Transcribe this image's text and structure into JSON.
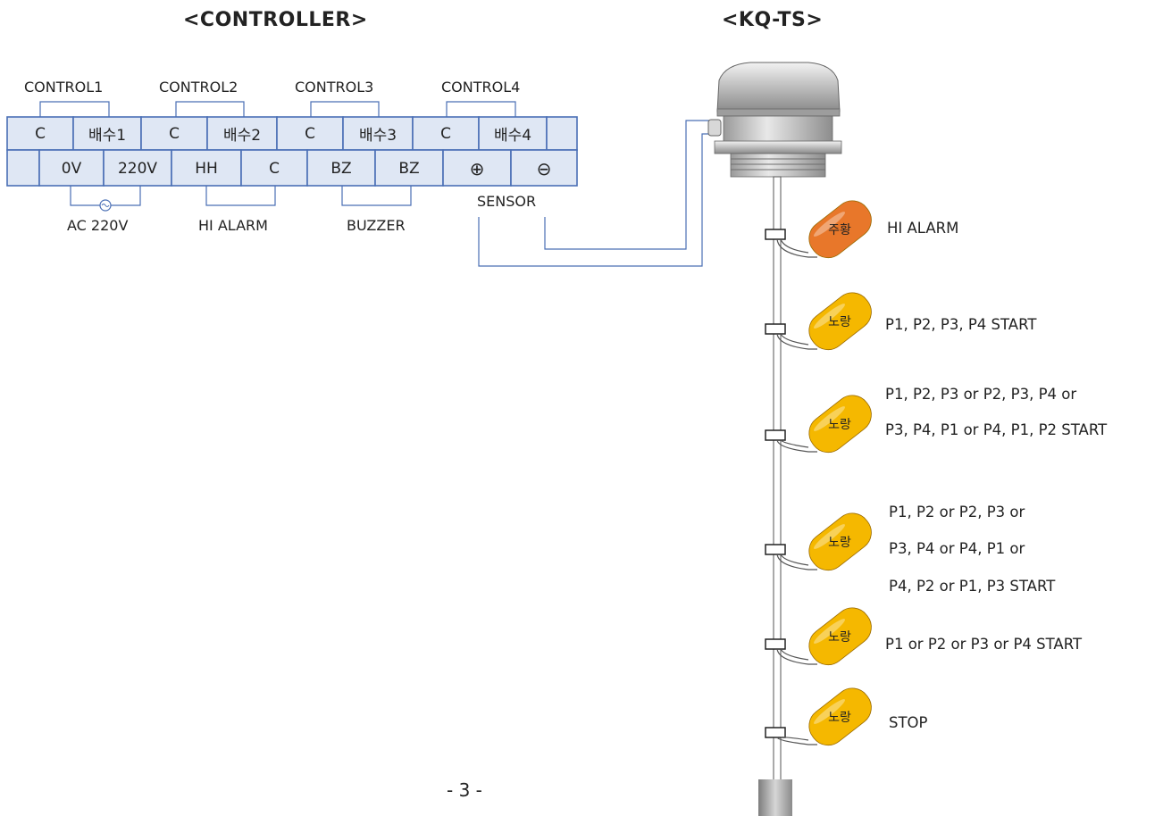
{
  "titles": {
    "controller": "<CONTROLLER>",
    "sensor_unit": "<KQ-TS>"
  },
  "controls": [
    "CONTROL1",
    "CONTROL2",
    "CONTROL3",
    "CONTROL4"
  ],
  "top_row": [
    "C",
    "배수1",
    "C",
    "배수2",
    "C",
    "배수3",
    "C",
    "배수4",
    ""
  ],
  "bottom_row": [
    "",
    "0V",
    "220V",
    "HH",
    "C",
    "BZ",
    "BZ",
    "⊕",
    "⊖"
  ],
  "bottom_labels": {
    "power": "AC 220V",
    "power_symbol": "~",
    "alarm": "HI ALARM",
    "buzzer": "BUZZER",
    "sensor": "SENSOR"
  },
  "floats": [
    {
      "color_name": "주황",
      "color": "#e8772a",
      "description": [
        "HI ALARM"
      ]
    },
    {
      "color_name": "노랑",
      "color": "#f5b800",
      "description": [
        "P1, P2, P3, P4 START"
      ]
    },
    {
      "color_name": "노랑",
      "color": "#f5b800",
      "description": [
        "P1, P2, P3 or P2, P3, P4 or",
        "P3, P4, P1 or P4, P1, P2 START"
      ]
    },
    {
      "color_name": "노랑",
      "color": "#f5b800",
      "description": [
        "P1, P2 or P2, P3 or",
        "P3, P4 or P4, P1 or",
        "P4, P2 or P1, P3 START"
      ]
    },
    {
      "color_name": "노랑",
      "color": "#f5b800",
      "description": [
        "P1 or P2 or P3 or P4 START"
      ]
    },
    {
      "color_name": "노랑",
      "color": "#f5b800",
      "description": [
        "STOP"
      ]
    }
  ],
  "page_number": "- 3 -",
  "colors": {
    "terminal_fill": "#dfe7f4",
    "terminal_border": "#4a6fb5",
    "wire": "#4a6fb5"
  }
}
